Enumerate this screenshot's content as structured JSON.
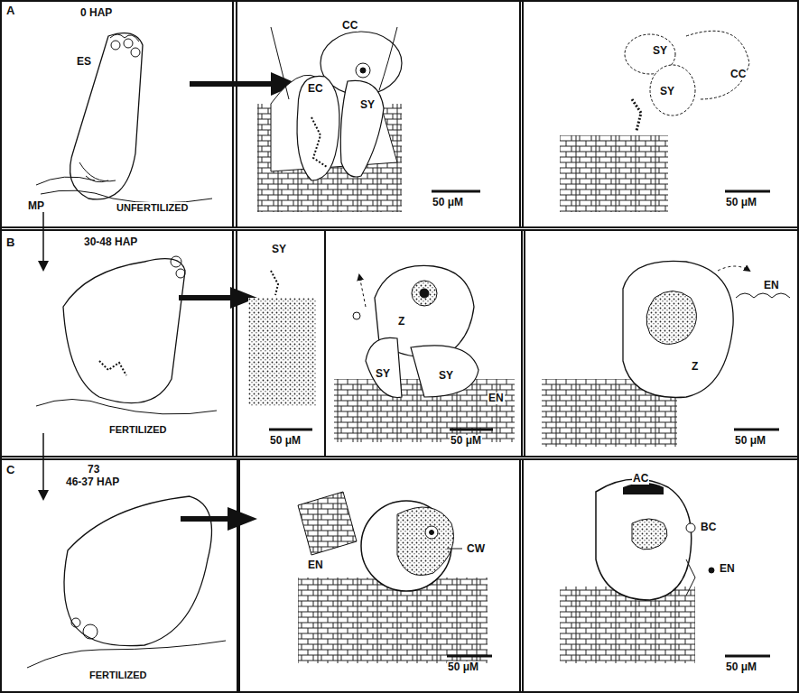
{
  "diagram": {
    "labels": [
      "A",
      "0 HAP",
      "ES",
      "MP",
      "UNFERTILIZED",
      "CC",
      "EC",
      "SY",
      "50 μM",
      "SY",
      "SY",
      "CC",
      "50 μM",
      "B",
      "30-48 HAP",
      "FERTILIZED",
      "SY",
      "50 μM",
      "Z",
      "SY",
      "SY",
      "EN",
      "50 μM",
      "EN",
      "Z",
      "50 μM",
      "C",
      "46-37 HAP",
      "73",
      "FERTILIZED",
      "EN",
      "CW",
      "50 μM",
      "AC",
      "BC",
      "EN",
      "50 μM"
    ]
  }
}
